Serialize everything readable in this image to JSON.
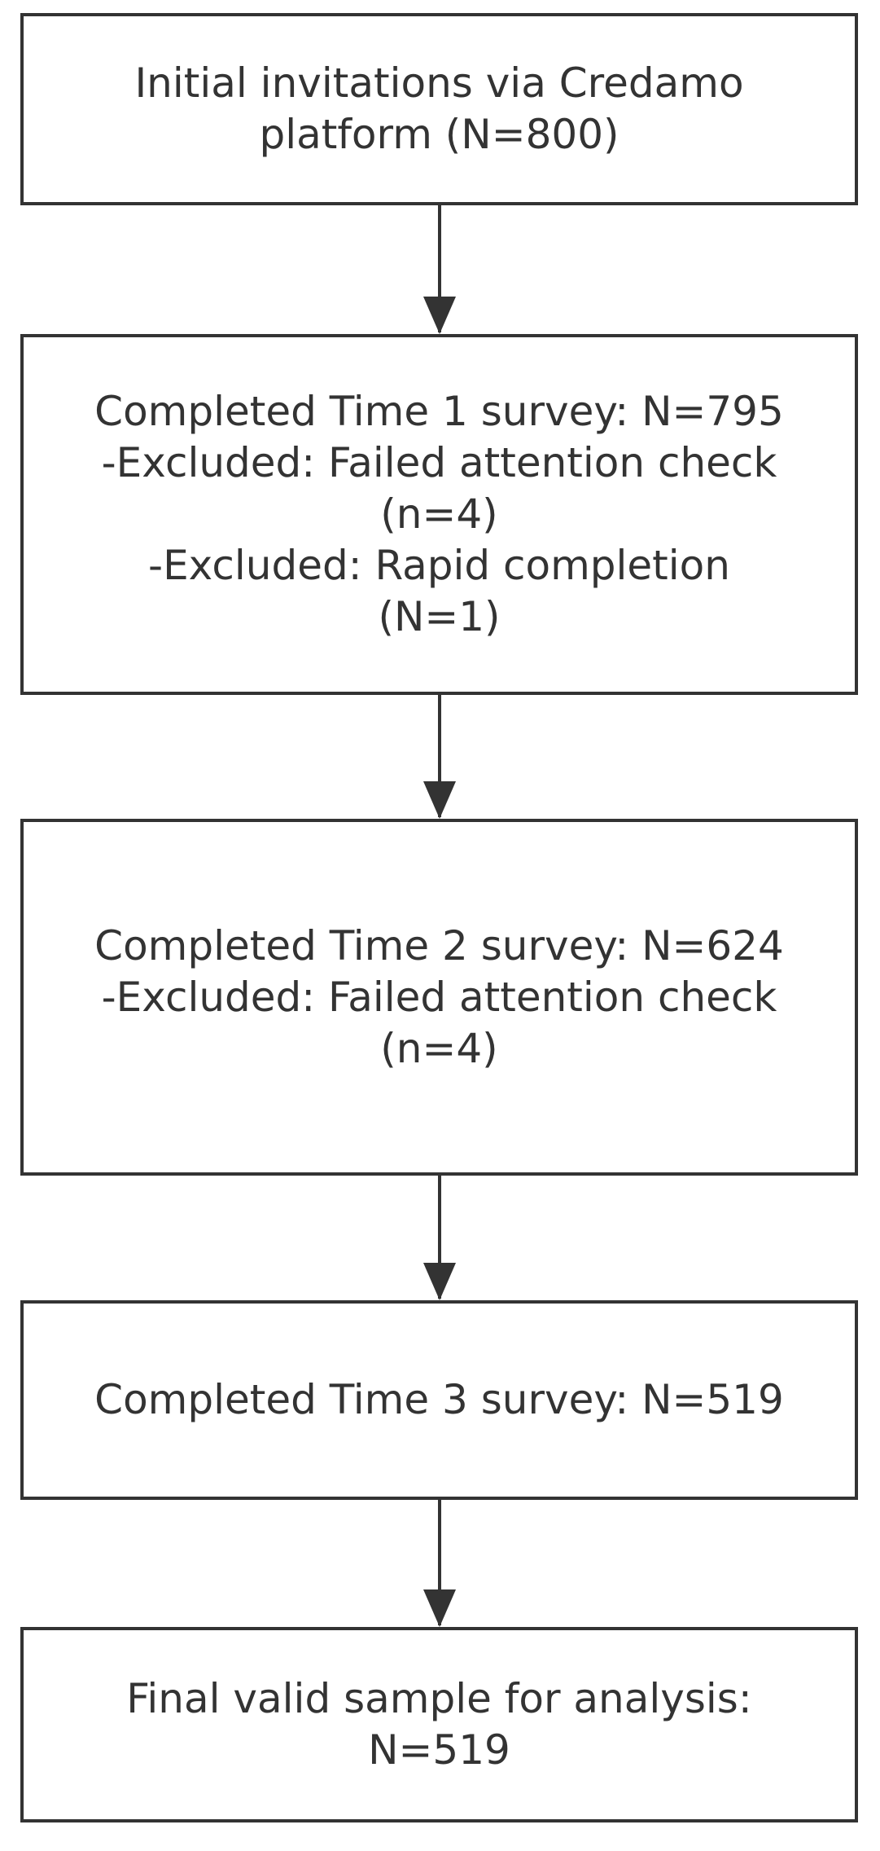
{
  "flowchart": {
    "steps": [
      {
        "lines": [
          "Initial invitations via Credamo",
          "platform (N=800)"
        ]
      },
      {
        "lines": [
          "Completed Time 1 survey: N=795",
          "-Excluded: Failed attention check",
          "(n=4)",
          "-Excluded: Rapid completion",
          "(N=1)"
        ]
      },
      {
        "lines": [
          "Completed Time 2 survey: N=624",
          "-Excluded: Failed attention check",
          "(n=4)"
        ]
      },
      {
        "lines": [
          "Completed Time 3 survey: N=519"
        ]
      },
      {
        "lines": [
          "Final valid sample for analysis:",
          "N=519"
        ]
      }
    ]
  }
}
